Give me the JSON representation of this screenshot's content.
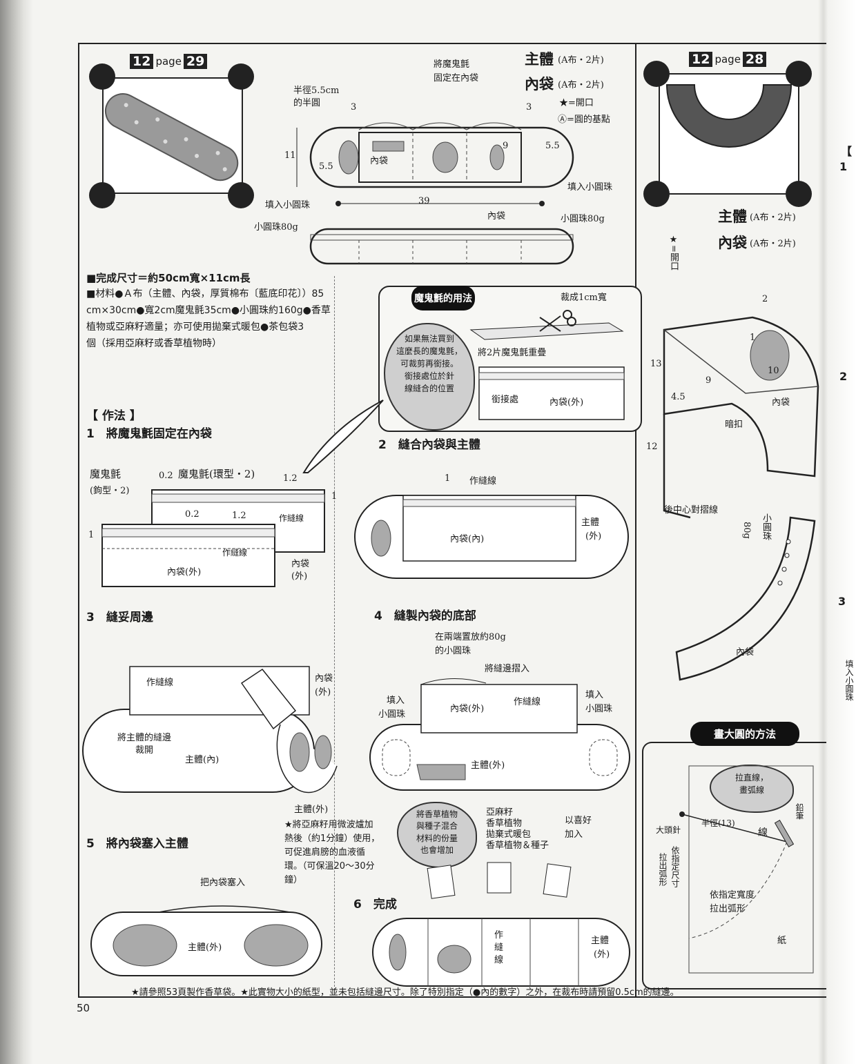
{
  "left_panel": {
    "badge_num": "12",
    "badge_page_word": "page",
    "badge_page": "29",
    "pattern_labels": {
      "title_main": "主體",
      "title_main_note": "(A布・2片)",
      "title_inner": "內袋",
      "title_inner_note": "(A布・2片)",
      "star_note": "★=開口",
      "a_note": "Ⓐ=圓的基點",
      "radius_note_1": "半徑5.5cm",
      "radius_note_2": "的半圓",
      "velcro_note_1": "將魔鬼氈",
      "velcro_note_2": "固定在內袋",
      "dim_3a": "3",
      "dim_3b": "3",
      "dim_11": "11",
      "dim_55a": "5.5",
      "dim_55b": "5.5",
      "dim_9": "9",
      "dim_39": "39",
      "inner_label": "內袋",
      "fill_left": "填入小圓珠",
      "fill_right": "填入小圓珠",
      "bead_left": "小圓珠80g",
      "bead_right": "小圓珠80g",
      "inner_top": "內袋"
    },
    "materials": {
      "size_line": "■完成尺寸＝約50cm寬×11cm長",
      "mat_line_1": "■材料●Ａ布（主體、內袋，厚質棉布〔藍底印花〕）85",
      "mat_line_2": "cm×30cm●寬2cm魔鬼氈35cm●小圓珠約160g●香草",
      "mat_line_3": "植物或亞麻籽適量；亦可使用拋棄式暖包●茶包袋3",
      "mat_line_4": "個（採用亞麻籽或香草植物時）"
    },
    "velcro_howto": {
      "pill": "魔鬼氈的用法",
      "cut": "裁成1cm寬",
      "cloud_1": "如果無法買到",
      "cloud_2": "這麼長的魔鬼氈，",
      "cloud_3": "可裁剪再銜接。",
      "cloud_4": "銜接處位於針",
      "cloud_5": "線縫合的位置",
      "overlap": "將2片魔鬼氈重疊",
      "joint": "銜接處",
      "inner_out": "內袋(外)"
    },
    "steps_title": "【 作法 】",
    "step1": {
      "title": "1　將魔鬼氈固定在內袋",
      "l1": "魔鬼氈",
      "l2": "(鉤型・2)",
      "l3": "0.2",
      "l4": "魔鬼氈(環型・2)",
      "l5": "1.2",
      "l6": "0.2",
      "l7": "1.2",
      "l8": "作縫線",
      "l9": "作縫線",
      "l10": "內袋(外)",
      "l11": "內袋",
      "l12": "(外)",
      "l13": "1",
      "l14": "1"
    },
    "step2": {
      "title": "2　縫合內袋與主體",
      "l1": "1",
      "l2": "作縫線",
      "l3": "內袋(內)",
      "l4": "主體",
      "l5": "(外)"
    },
    "step3": {
      "title": "3　縫妥周邊",
      "l1": "作縫線",
      "l2": "將主體的縫邊",
      "l3": "裁開",
      "l4": "主體(內)",
      "l5": "內袋",
      "l6": "(外)",
      "l7": "主體(外)"
    },
    "step4": {
      "title": "4　縫製內袋的底部",
      "l1": "在兩端置放約80g",
      "l2": "的小圓珠",
      "l3": "將縫邊摺入",
      "l4": "填入",
      "l5": "小圓珠",
      "l6": "填入",
      "l7": "小圓珠",
      "l8": "內袋(外)",
      "l9": "作縫線",
      "l10": "主體(外)"
    },
    "microwave_note_1": "★將亞麻籽用微波爐加",
    "microwave_note_2": "熱後（約1分鐘）使用，",
    "microwave_note_3": "可促進肩膀的血液循",
    "microwave_note_4": "環。（可保溫20～30分",
    "microwave_note_5": "鐘）",
    "step5": {
      "title": "5　將內袋塞入主體",
      "l1": "把內袋塞入",
      "l2": "主體(外)"
    },
    "herbs": {
      "cloud_1": "將香草植物",
      "cloud_2": "與種子混合",
      "cloud_3": "材料的份量",
      "cloud_4": "也會增加",
      "l1": "亞麻籽",
      "l2": "香草植物",
      "l3": "拋棄式暖包",
      "l4": "香草植物＆種子",
      "l5": "以喜好",
      "l6": "加入"
    },
    "step6": {
      "title": "6　完成",
      "l1": "作",
      "l2": "縫",
      "l3": "線",
      "l4": "主體",
      "l5": "(外)"
    }
  },
  "right_panel": {
    "badge_num": "12",
    "badge_page_word": "page",
    "badge_page": "28",
    "title_main": "主體",
    "title_main_note": "(A布・2片)",
    "title_inner": "內袋",
    "title_inner_note": "(A布・2片)",
    "star_note": "★=開口",
    "dim_2": "2",
    "dim_1": "1",
    "dim_13": "13",
    "dim_9": "9",
    "dim_10": "10",
    "dim_45": "4.5",
    "dim_12": "12",
    "inner": "內袋",
    "snap": "暗扣",
    "fold_line": "後中心對摺線",
    "bead": "小圓珠",
    "bead_amt": "80g",
    "inner2": "內袋",
    "circle_title": "畫大圓的方法",
    "circle_cloud_1": "拉直線，",
    "circle_cloud_2": "畫弧線",
    "pin": "大頭針",
    "radius": "半徑(13)",
    "thread": "線",
    "pencil": "鉛筆",
    "per_size_1": "依指定尺寸",
    "per_size_2": "拉出弧形",
    "arc_note_1": "依指定寬度",
    "arc_note_2": "拉出弧形",
    "paper": "紙",
    "edge_1": "【",
    "edge_2": "1",
    "edge_3": "2",
    "edge_4": "3",
    "edge_5": "填入小圓珠"
  },
  "footer": "★請參照53頁製作香草袋。★此實物大小的紙型，並未包括縫邊尺寸。除了特別指定（●內的數字）之外，在裁布時請預留0.5cm的縫邊。",
  "page_number": "50"
}
